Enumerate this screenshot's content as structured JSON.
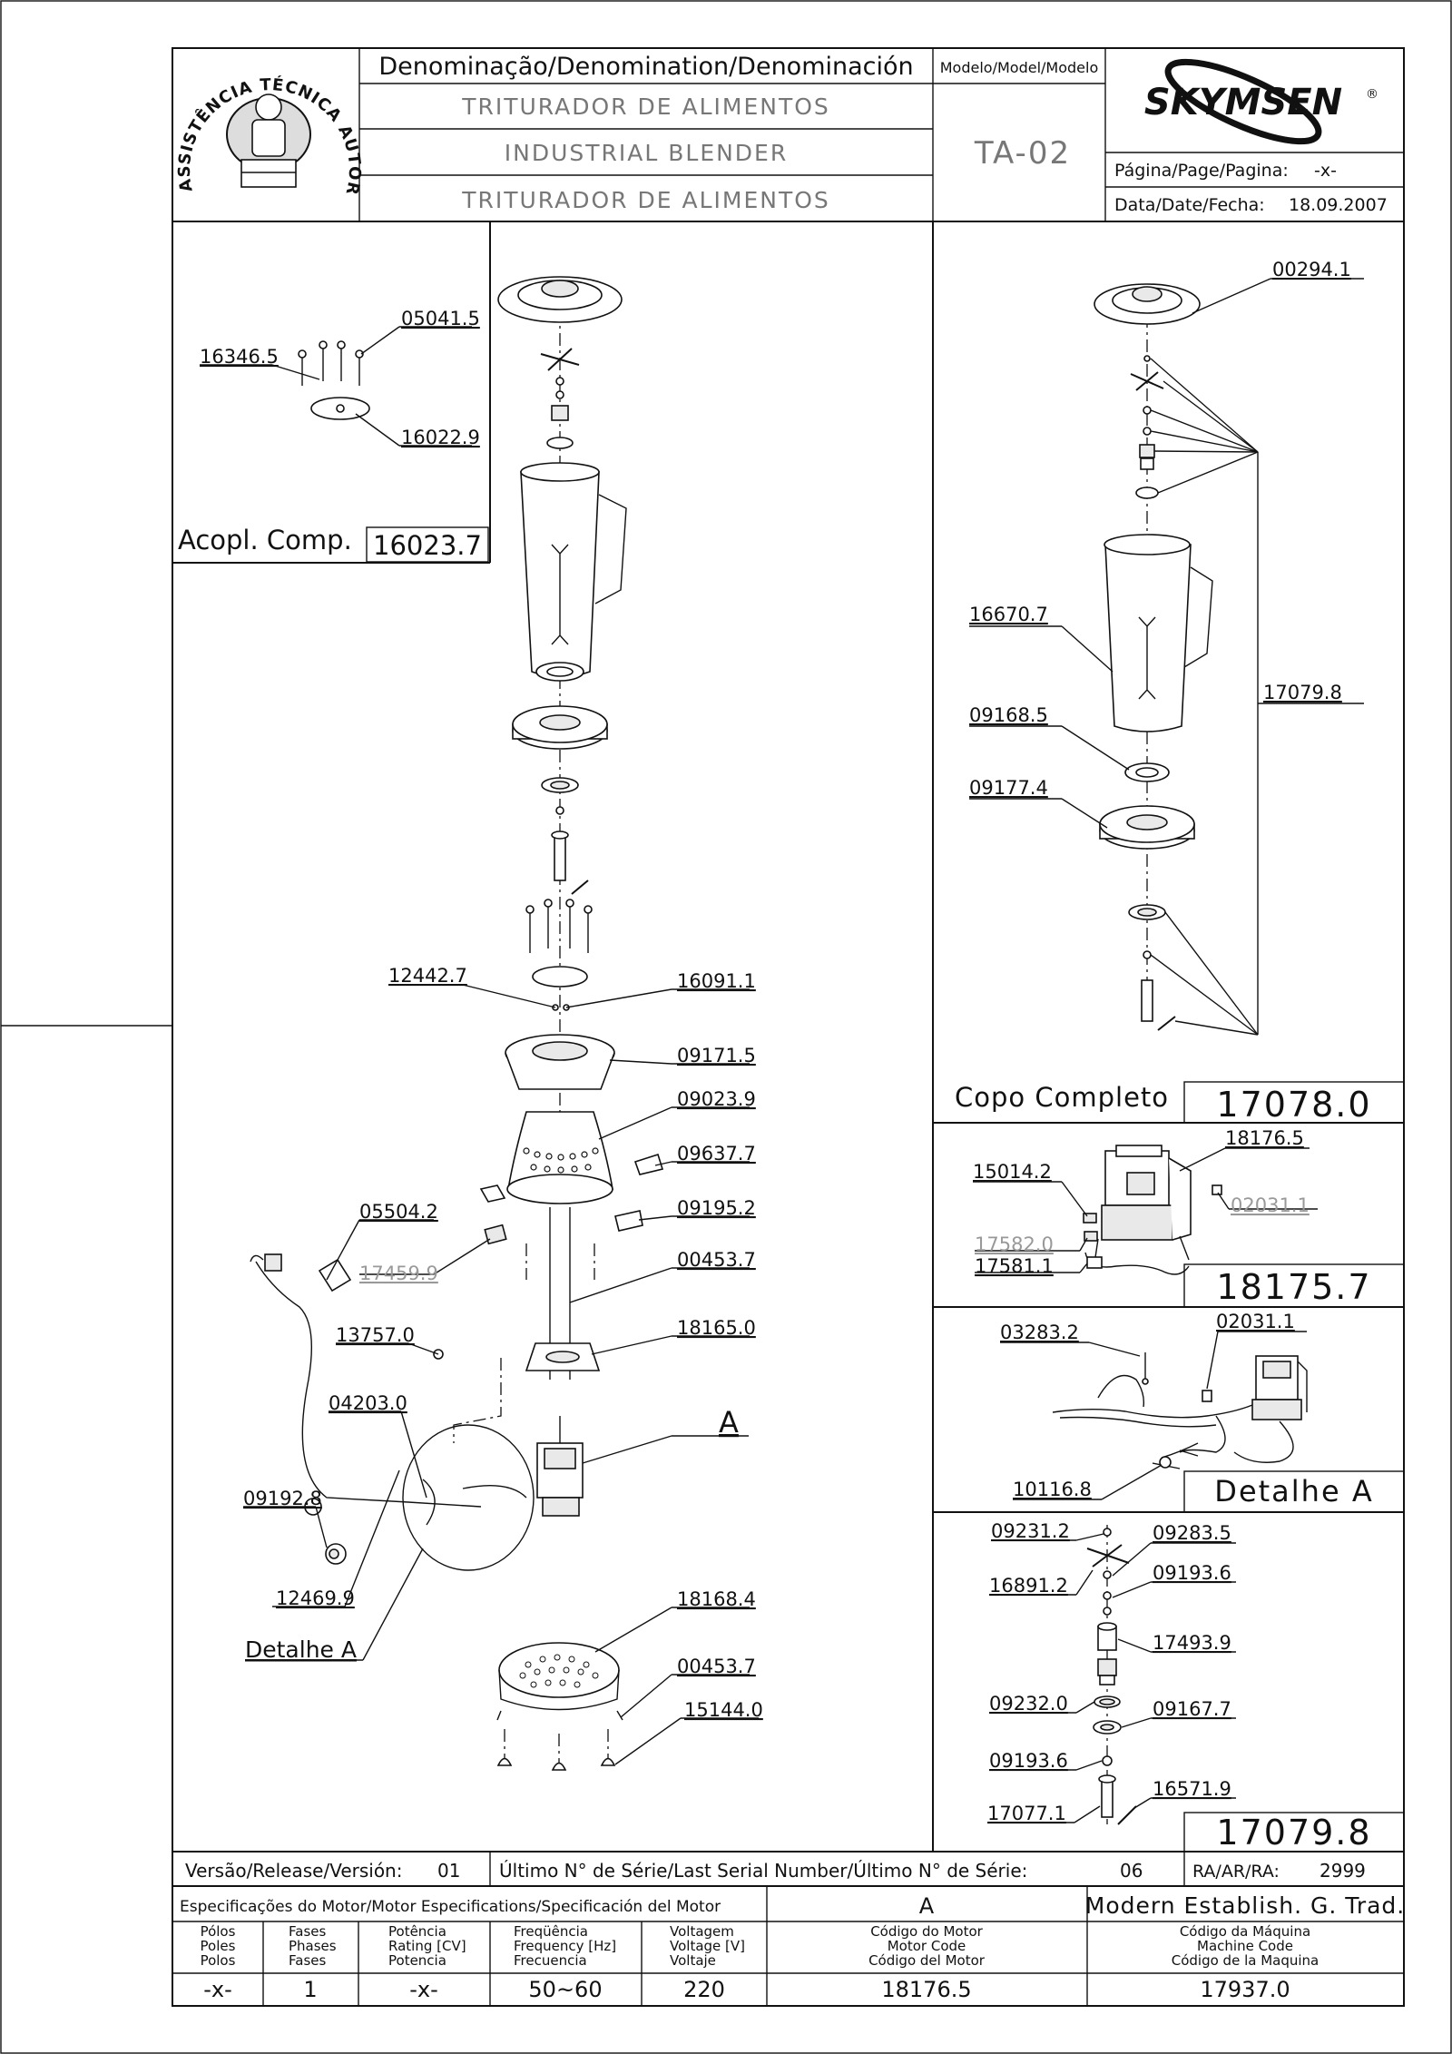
{
  "header": {
    "denomination_label": "Denominação/Denomination/Denominación",
    "name_pt": "TRITURADOR DE ALIMENTOS",
    "name_en": "INDUSTRIAL BLENDER",
    "name_es": "TRITURADOR DE ALIMENTOS",
    "model_label": "Modelo/Model/Modelo",
    "model": "TA-02",
    "brand": "SKYMSEN",
    "brand_mark": "®",
    "page_label": "Página/Page/Pagina:",
    "page_value": "-x-",
    "date_label": "Data/Date/Fecha:",
    "date_value": "18.09.2007",
    "seal_text": "ASSISTÊNCIA TÉCNICA AUTORIZADA"
  },
  "coupling_box": {
    "labels": [
      "05041.5",
      "16346.5",
      "16022.9"
    ],
    "title": "Acopl. Comp.",
    "code": "16023.7"
  },
  "main_labels": {
    "p12442": "12442.7",
    "p16091": "16091.1",
    "p09171": "09171.5",
    "p09023": "09023.9",
    "p09637": "09637.7",
    "p09195": "09195.2",
    "p05504": "05504.2",
    "p17459": "17459.9",
    "p00453a": "00453.7",
    "p18165": "18165.0",
    "p13757": "13757.0",
    "p04203": "04203.0",
    "pA": "A",
    "p09192": "09192.8",
    "p12469": "12469.9",
    "detalhe": "Detalhe A",
    "p18168": "18168.4",
    "p00453b": "00453.7",
    "p15144": "15144.0"
  },
  "cup_box": {
    "labels": {
      "p00294": "00294.1",
      "p16670": "16670.7",
      "p09168": "09168.5",
      "p09177": "09177.4",
      "p17079": "17079.8"
    },
    "title": "Copo Completo",
    "code": "17078.0"
  },
  "motor_box": {
    "labels": {
      "p18176": "18176.5",
      "p15014": "15014.2",
      "p02031": "02031.1",
      "p17582": "17582.0",
      "p17581": "17581.1"
    },
    "code": "18175.7"
  },
  "detail_box": {
    "labels": {
      "p03283": "03283.2",
      "p02031": "02031.1",
      "p10116": "10116.8"
    },
    "title": "Detalhe A"
  },
  "blade_box": {
    "labels": {
      "p09231": "09231.2",
      "p09283": "09283.5",
      "p16891": "16891.2",
      "p09193a": "09193.6",
      "p17493": "17493.9",
      "p09232": "09232.0",
      "p09167": "09167.7",
      "p09193b": "09193.6",
      "p16571": "16571.9",
      "p17077": "17077.1"
    },
    "code": "17079.8"
  },
  "release_row": {
    "version_label": "Versão/Release/Versión:",
    "version_value": "01",
    "serial_label": "Último N° de Série/Last Serial Number/Último N° de Série:",
    "serial_value": "06",
    "ra_label": "RA/AR/RA:",
    "ra_value": "2999"
  },
  "spec_table": {
    "title": "Especificações do Motor/Motor Especifications/Specificación del Motor",
    "variant": "A",
    "company": "Modern Establish. G. Trad.",
    "columns": [
      {
        "l1": "Pólos",
        "l2": "Poles",
        "l3": "Polos",
        "value": "-x-"
      },
      {
        "l1": "Fases",
        "l2": "Phases",
        "l3": "Fases",
        "value": "1"
      },
      {
        "l1": "Potência",
        "l2": "Rating [CV]",
        "l3": "Potencia",
        "value": "-x-"
      },
      {
        "l1": "Freqüência",
        "l2": "Frequency [Hz]",
        "l3": "Frecuencia",
        "value": "50~60"
      },
      {
        "l1": "Voltagem",
        "l2": "Voltage [V]",
        "l3": "Voltaje",
        "value": "220"
      },
      {
        "l1": "Código do Motor",
        "l2": "Motor Code",
        "l3": "Código del Motor",
        "value": "18176.5"
      },
      {
        "l1": "Código da Máquina",
        "l2": "Machine Code",
        "l3": "Código de la Maquina",
        "value": "17937.0"
      }
    ]
  }
}
